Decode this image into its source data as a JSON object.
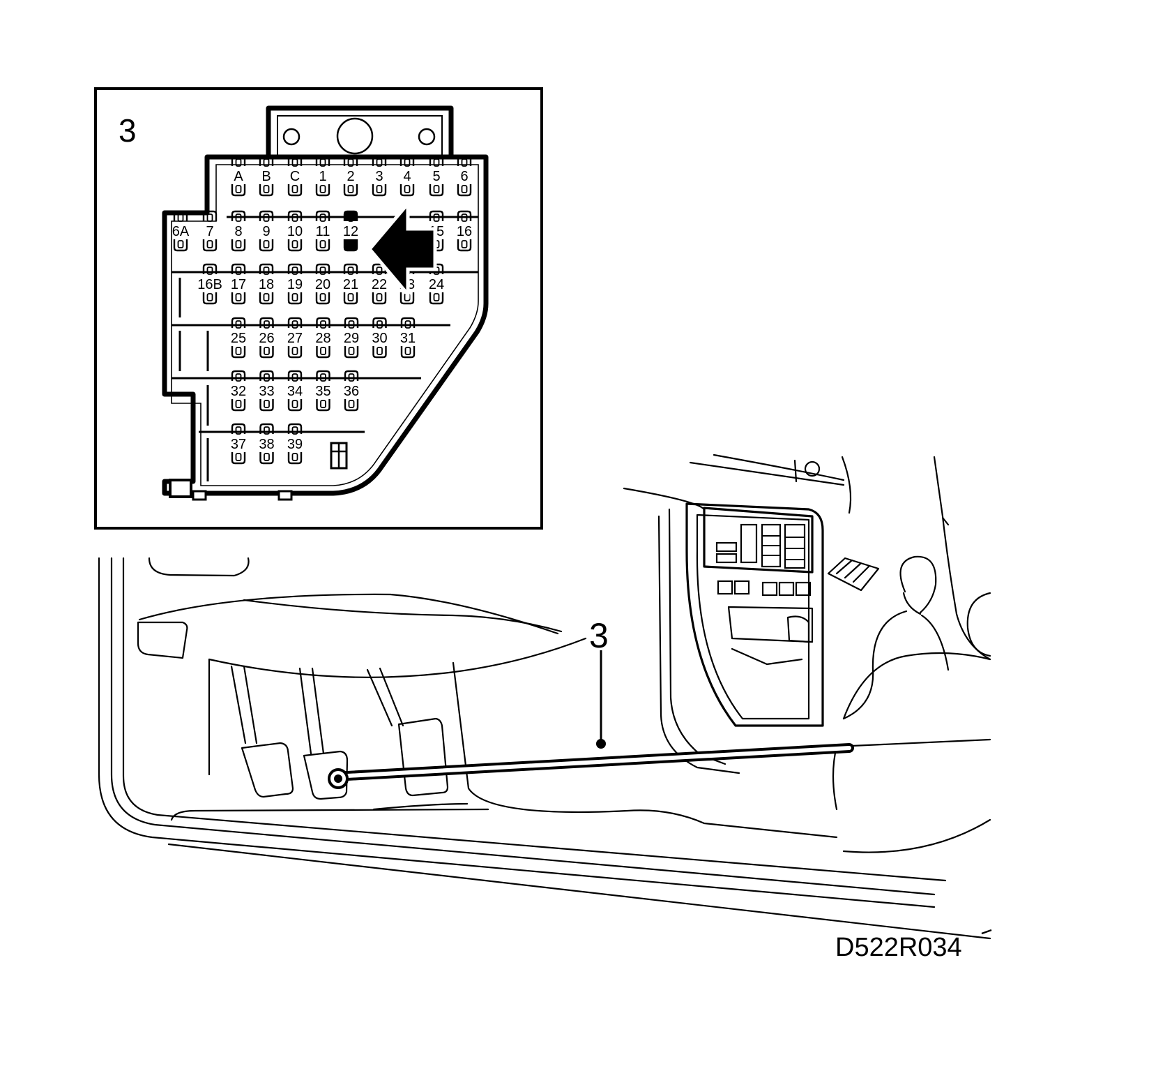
{
  "inset": {
    "title": "3",
    "rows": [
      [
        "A",
        "B",
        "C",
        "1",
        "2",
        "3",
        "4",
        "5",
        "6"
      ],
      [
        "6A",
        "7",
        "8",
        "9",
        "10",
        "11",
        "12",
        "15",
        "16"
      ],
      [
        "16B",
        "17",
        "18",
        "19",
        "20",
        "21",
        "22",
        "23",
        "24"
      ],
      [
        "25",
        "26",
        "27",
        "28",
        "29",
        "30",
        "31"
      ],
      [
        "32",
        "33",
        "34",
        "35",
        "36"
      ],
      [
        "37",
        "38",
        "39"
      ]
    ],
    "highlighted_fuse": "12"
  },
  "callout": {
    "label": "3"
  },
  "figure_code": "D522R034"
}
